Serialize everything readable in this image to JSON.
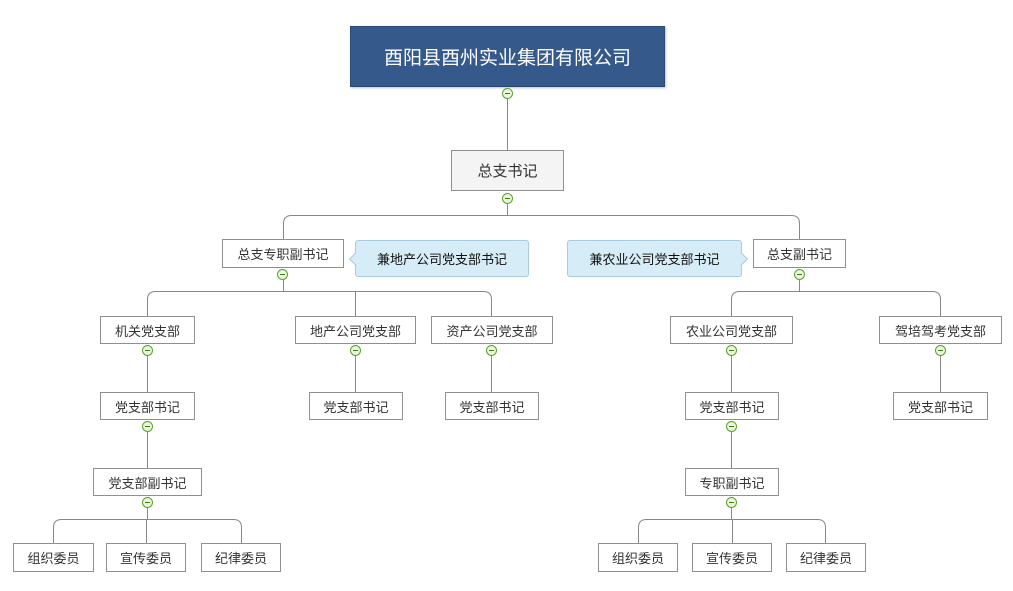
{
  "root": {
    "label": "酉阳县酉州实业集团有限公司"
  },
  "general_secretary": {
    "label": "总支书记"
  },
  "left_branch": {
    "deputy_label": "总支专职副书记",
    "callout_label": "兼地产公司党支部书记",
    "units": [
      {
        "label": "机关党支部",
        "secretary": "党支部书记",
        "vice_secretary": "党支部副书记",
        "members": [
          "组织委员",
          "宣传委员",
          "纪律委员"
        ]
      },
      {
        "label": "地产公司党支部",
        "secretary": "党支部书记"
      },
      {
        "label": "资产公司党支部",
        "secretary": "党支部书记"
      }
    ]
  },
  "right_branch": {
    "deputy_label": "总支副书记",
    "callout_label": "兼农业公司党支部书记",
    "units": [
      {
        "label": "农业公司党支部",
        "secretary": "党支部书记",
        "vice_secretary": "专职副书记",
        "members": [
          "组织委员",
          "宣传委员",
          "纪律委员"
        ]
      },
      {
        "label": "驾培驾考党支部",
        "secretary": "党支部书记"
      }
    ]
  },
  "colors": {
    "root_fill": "#34598a",
    "callout_fill": "#d6ecf7",
    "toggle_border": "#5aa02c",
    "connector": "#888888"
  },
  "icons": {
    "collapse_toggle": "minus-circle-icon"
  }
}
